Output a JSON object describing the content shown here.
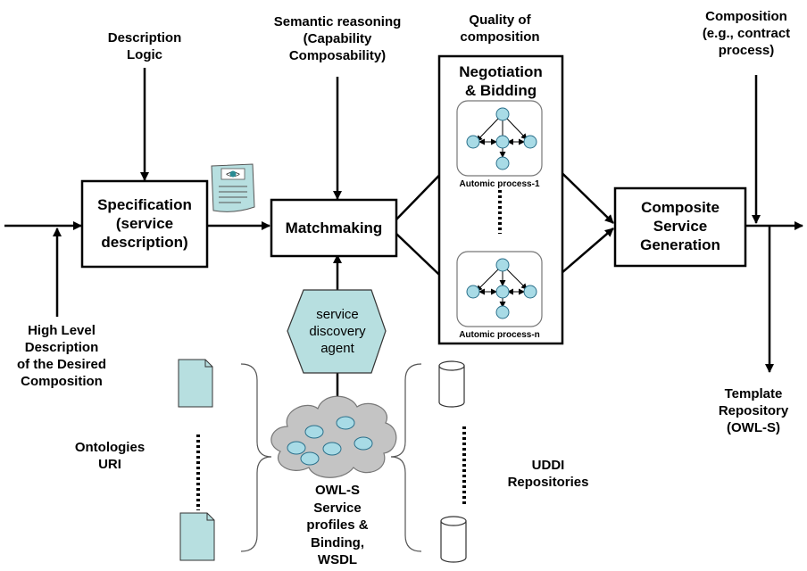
{
  "labels": {
    "description_logic": "Description\nLogic",
    "semantic_reasoning": "Semantic reasoning\n(Capability\nComposability)",
    "quality_of_composition": "Quality of\ncomposition",
    "composition": "Composition\n(e.g., contract\nprocess)",
    "high_level_description": "High Level\nDescription\nof the Desired\nComposition",
    "ontologies_uri": "Ontologies\nURI",
    "owls_service_profiles": "OWL-S\nService\nprofiles &\nBinding,\nWSDL",
    "uddi_repositories": "UDDI\nRepositories",
    "template_repository": "Template\nRepository\n(OWL-S)"
  },
  "boxes": {
    "specification": "Specification\n(service\ndescription)",
    "matchmaking": "Matchmaking",
    "negotiation": "Negotiation\n& Bidding",
    "composite": "Composite\nService\nGeneration"
  },
  "processes": {
    "first": "Automic process-1",
    "last": "Automic process-n"
  },
  "agent": "service\ndiscovery\nagent",
  "colors": {
    "shape_fill": "#b7dfe0",
    "node_fill": "#a8dbe6",
    "cloud_fill": "#c4c4c4",
    "line": "#000000"
  }
}
